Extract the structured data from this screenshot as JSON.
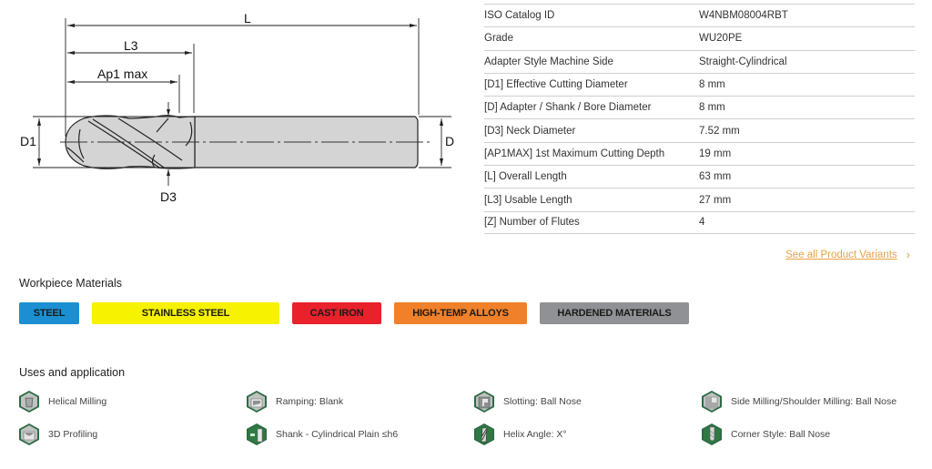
{
  "drawing": {
    "labels": {
      "overall_length": "L",
      "usable_length": "L3",
      "max_cut_depth": "Ap1 max",
      "cutting_diameter": "D1",
      "shank_diameter": "D",
      "neck_diameter": "D3"
    },
    "colors": {
      "body": "#d4d4d4",
      "line": "#222222"
    }
  },
  "specs": [
    {
      "label": "ISO Catalog ID",
      "value": "W4NBM08004RBT"
    },
    {
      "label": "Grade",
      "value": "WU20PE"
    },
    {
      "label": "Adapter Style Machine Side",
      "value": "Straight-Cylindrical"
    },
    {
      "label": "[D1] Effective Cutting Diameter",
      "value": "8 mm"
    },
    {
      "label": "[D] Adapter / Shank / Bore Diameter",
      "value": "8 mm"
    },
    {
      "label": "[D3] Neck Diameter",
      "value": "7.52 mm"
    },
    {
      "label": "[AP1MAX] 1st Maximum Cutting Depth",
      "value": "19 mm"
    },
    {
      "label": "[L] Overall Length",
      "value": "63 mm"
    },
    {
      "label": "[L3] Usable Length",
      "value": "27 mm"
    },
    {
      "label": "[Z] Number of Flutes",
      "value": "4"
    }
  ],
  "variants_link": {
    "label": "See all Product Variants",
    "icon": "chevron-right-icon",
    "color": "#e8a048"
  },
  "workpiece": {
    "title": "Workpiece Materials",
    "materials": [
      {
        "label": "STEEL",
        "color": "#1b8fd2"
      },
      {
        "label": "STAINLESS STEEL",
        "color": "#f7f200"
      },
      {
        "label": "CAST IRON",
        "color": "#e8212b"
      },
      {
        "label": "HIGH-TEMP ALLOYS",
        "color": "#f0802a"
      },
      {
        "label": "HARDENED MATERIALS",
        "color": "#8f9194"
      }
    ]
  },
  "uses": {
    "title": "Uses and application",
    "items": [
      {
        "label": "Helical Milling",
        "icon": "helical-milling-icon",
        "style": "gray"
      },
      {
        "label": "Ramping: Blank",
        "icon": "ramping-icon",
        "style": "gray"
      },
      {
        "label": "Slotting: Ball Nose",
        "icon": "slotting-icon",
        "style": "gray"
      },
      {
        "label": "Side Milling/Shoulder Milling: Ball Nose",
        "icon": "side-milling-icon",
        "style": "gray"
      },
      {
        "label": "3D Profiling",
        "icon": "3d-profiling-icon",
        "style": "gray"
      },
      {
        "label": "Shank - Cylindrical Plain ≤h6",
        "icon": "shank-cylindrical-icon",
        "style": "green"
      },
      {
        "label": "Helix Angle: X°",
        "icon": "helix-angle-icon",
        "style": "green"
      },
      {
        "label": "Corner Style: Ball Nose",
        "icon": "corner-style-icon",
        "style": "green"
      }
    ],
    "colors": {
      "hex_border": "#2e6b45",
      "gray_fill": "#bfc3c1",
      "green_fill": "#2f7a43"
    }
  }
}
